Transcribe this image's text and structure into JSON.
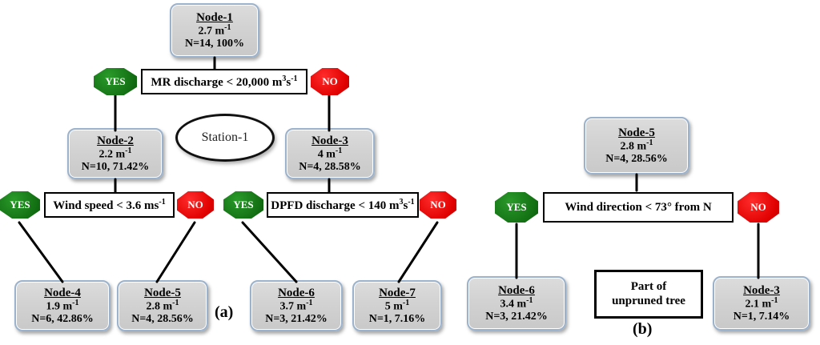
{
  "figure": {
    "panels": [
      {
        "id": "a",
        "caption": "(a)",
        "station_label": "Station-1",
        "nodes": [
          {
            "key": "a_node1",
            "name": "Node-1",
            "value": "2.7 m",
            "unit_exp": "-1",
            "count": "N=14, 100%"
          },
          {
            "key": "a_node2",
            "name": "Node-2",
            "value": "2.2 m",
            "unit_exp": "-1",
            "count": "N=10, 71.42%"
          },
          {
            "key": "a_node3",
            "name": "Node-3",
            "value": "4 m",
            "unit_exp": "-1",
            "count": "N=4, 28.58%"
          },
          {
            "key": "a_node4",
            "name": "Node-4",
            "value": "1.9 m",
            "unit_exp": "-1",
            "count": "N=6, 42.86%"
          },
          {
            "key": "a_node5",
            "name": "Node-5",
            "value": "2.8 m",
            "unit_exp": "-1",
            "count": "N=4, 28.56%"
          },
          {
            "key": "a_node6",
            "name": "Node-6",
            "value": "3.7 m",
            "unit_exp": "-1",
            "count": "N=3, 21.42%"
          },
          {
            "key": "a_node7",
            "name": "Node-7",
            "value": "5 m",
            "unit_exp": "-1",
            "count": "N=1, 7.16%"
          }
        ],
        "conditions": [
          {
            "key": "a_cond1",
            "prefix": "MR discharge < 20,000 m",
            "exp1": "3",
            "mid": "s",
            "exp2": "-1",
            "suffix": ""
          },
          {
            "key": "a_cond2",
            "prefix": "Wind speed < 3.6 ms",
            "exp1": "-1",
            "mid": "",
            "exp2": "",
            "suffix": ""
          },
          {
            "key": "a_cond3",
            "prefix": "DPFD discharge < 140 m",
            "exp1": "3",
            "mid": "s",
            "exp2": "-1",
            "suffix": ""
          }
        ]
      },
      {
        "id": "b",
        "caption": "(b)",
        "nodes": [
          {
            "key": "b_node5",
            "name": "Node-5",
            "value": "2.8 m",
            "unit_exp": "-1",
            "count": "N=4, 28.56%"
          },
          {
            "key": "b_node6",
            "name": "Node-6",
            "value": "3.4 m",
            "unit_exp": "-1",
            "count": "N=3, 21.42%"
          },
          {
            "key": "b_node3",
            "name": "Node-3",
            "value": "2.1 m",
            "unit_exp": "-1",
            "count": "N=1, 7.14%"
          }
        ],
        "conditions": [
          {
            "key": "b_cond1",
            "prefix": "Wind direction < 73",
            "exp1": "",
            "mid": "°  from N",
            "exp2": "",
            "suffix": ""
          }
        ],
        "unpruned_box": {
          "line1": "Part of",
          "line2": "unpruned tree"
        }
      }
    ],
    "branch_labels": {
      "yes": "YES",
      "no": "NO"
    },
    "colors": {
      "yes": "#137013",
      "no": "#e00000",
      "node_border": "#9bb2cc",
      "node_fill": "#d2d2d2",
      "line": "#000000"
    }
  }
}
